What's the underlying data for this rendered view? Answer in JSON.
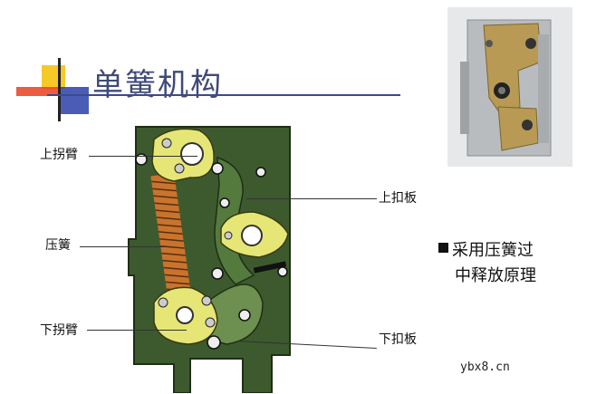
{
  "slide": {
    "title": "单簧机构",
    "labels": {
      "upper_arm": "上拐臂",
      "spring": "压簧",
      "lower_arm": "下拐臂",
      "upper_plate": "上扣板",
      "lower_plate": "下扣板"
    },
    "bullet": {
      "line1": "采用压簧过",
      "line2": "中释放原理"
    },
    "watermark": "ybx8.cn"
  },
  "colors": {
    "title": "#3f4a78",
    "plate_green": "#3d5a2e",
    "arm_yellow": "#e6e676",
    "spring_orange": "#c8742e",
    "accent_red": "#e84020",
    "accent_yellow": "#f7c928",
    "accent_blue": "#2a3fa8"
  }
}
